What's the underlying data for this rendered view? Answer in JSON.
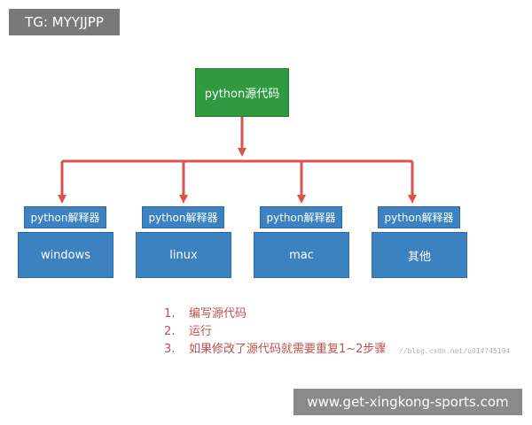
{
  "tag": "TG: MYYJJPP",
  "root": "python源代码",
  "branches": [
    {
      "interpreter": "python解释器",
      "os": "windows"
    },
    {
      "interpreter": "python解释器",
      "os": "linux"
    },
    {
      "interpreter": "python解释器",
      "os": "mac"
    },
    {
      "interpreter": "python解释器",
      "os": "其他"
    }
  ],
  "steps": [
    {
      "num": "1.",
      "text": "编写源代码"
    },
    {
      "num": "2.",
      "text": "运行"
    },
    {
      "num": "3.",
      "text": "如果修改了源代码就需要重复1~2步骤"
    }
  ],
  "faint_watermark": "//blog.csdn.net/u014745194",
  "watermark": "www.get-xingkong-sports.com",
  "colors": {
    "root": "#2f9a3f",
    "box": "#3d82c0",
    "arrow": "#d9534f",
    "steps": "#c0504d"
  }
}
